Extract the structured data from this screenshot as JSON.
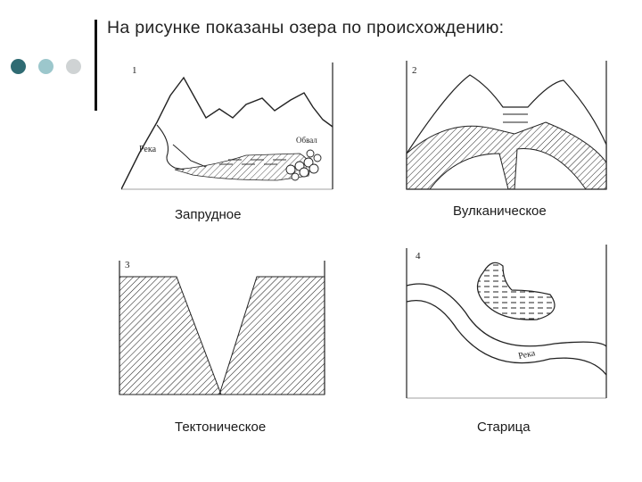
{
  "slide": {
    "title": "На рисунке показаны озера по происхождению:"
  },
  "panels": [
    {
      "number": "1",
      "caption": "Запрудное",
      "labels": {
        "river": "Река",
        "landslide": "Обвал"
      }
    },
    {
      "number": "2",
      "caption": "Вулканическое"
    },
    {
      "number": "3",
      "caption": "Тектоническое"
    },
    {
      "number": "4",
      "caption": "Старица",
      "labels": {
        "river": "Река"
      }
    }
  ],
  "colors": {
    "accent_dark": "#2f6b73",
    "accent_light": "#9cc7cc",
    "accent_gray": "#cfd3d4"
  }
}
